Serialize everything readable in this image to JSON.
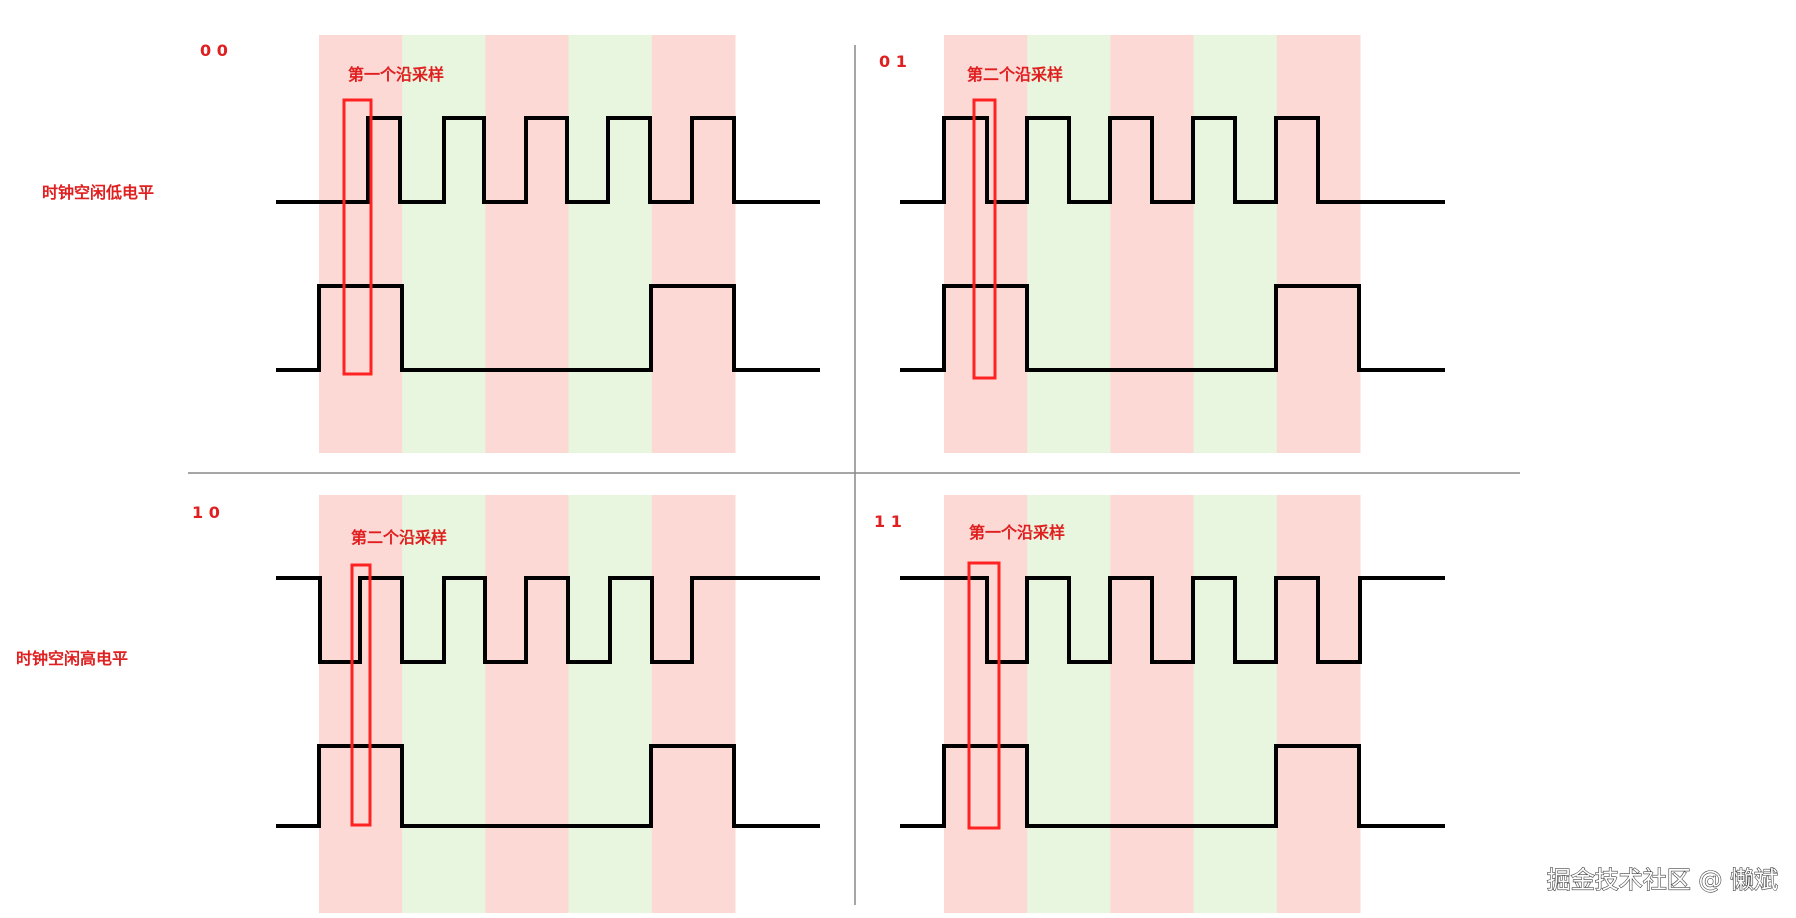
{
  "colors": {
    "red_band": "#fdd9d6",
    "green_band": "#e8f6df",
    "signal": "#000000",
    "highlight": "#ff2222",
    "label": "#e02020",
    "divider": "#888888",
    "watermark": "#ffffff"
  },
  "rows": [
    {
      "label": "时钟空闲低电平"
    },
    {
      "label": "时钟空闲高电平"
    }
  ],
  "panels": [
    {
      "mode": "0 0",
      "note": "第一个沿采样",
      "clock_idle": "low",
      "clock_bits": [
        0,
        0,
        1,
        0,
        1,
        0,
        1,
        0,
        1,
        0,
        1,
        0,
        0
      ],
      "data_bits": [
        0,
        1,
        0,
        0,
        0,
        1,
        0
      ]
    },
    {
      "mode": "0 1",
      "note": "第二个沿采样",
      "clock_idle": "low",
      "clock_bits": [
        0,
        1,
        0,
        1,
        0,
        1,
        0,
        1,
        0,
        1,
        0,
        0
      ],
      "data_bits": [
        0,
        1,
        0,
        0,
        0,
        1,
        0
      ]
    },
    {
      "mode": "1 0",
      "note": "第二个沿采样",
      "clock_idle": "high",
      "clock_bits": [
        1,
        0,
        1,
        0,
        1,
        0,
        1,
        0,
        1,
        0,
        1,
        1
      ],
      "data_bits": [
        0,
        1,
        0,
        0,
        0,
        1,
        0
      ]
    },
    {
      "mode": "1 1",
      "note": "第一个沿采样",
      "clock_idle": "high",
      "clock_bits": [
        1,
        1,
        0,
        1,
        0,
        1,
        0,
        1,
        0,
        1,
        0,
        1
      ],
      "data_bits": [
        0,
        1,
        0,
        0,
        0,
        1,
        0
      ]
    }
  ],
  "watermark": "掘金技术社区 @ 懒斌"
}
